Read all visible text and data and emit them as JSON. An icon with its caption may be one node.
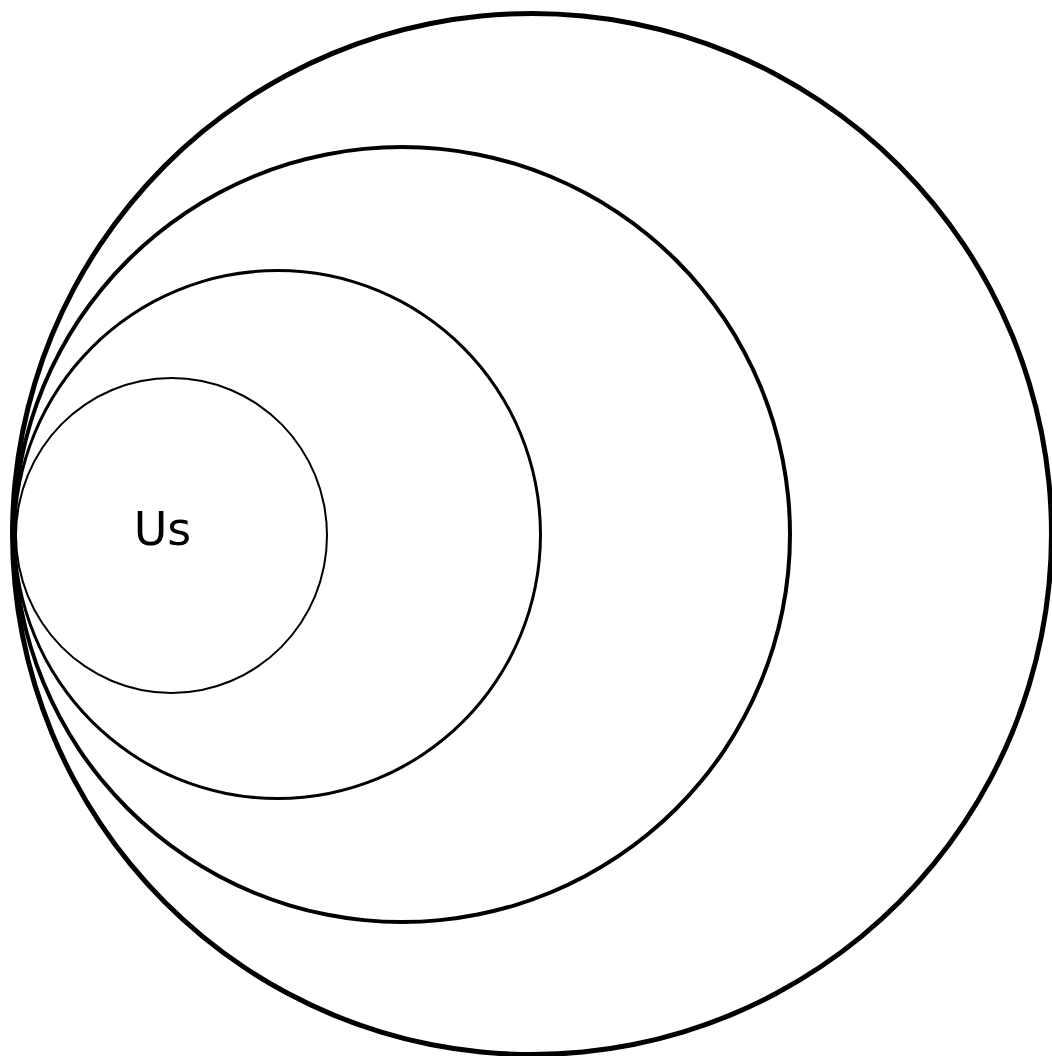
{
  "diagram": {
    "nodes": [
      {
        "text": [],
        "shape": "circle"
      },
      {
        "text": [],
        "shape": "circle",
        "in": 0
      },
      {
        "text": [],
        "shape": "circle",
        "in": 1
      },
      {
        "text": [
          "Us"
        ],
        "in": 2
      }
    ]
  }
}
